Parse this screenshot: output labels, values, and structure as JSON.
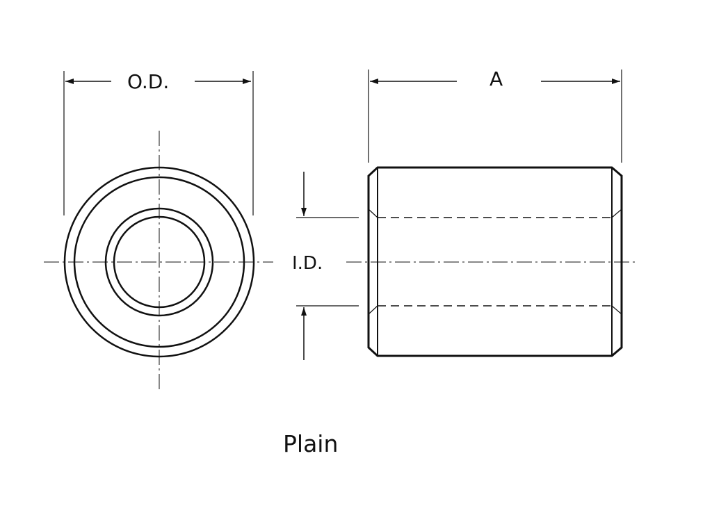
{
  "labels": {
    "outer_diameter": "O.D.",
    "length": "A",
    "inner_diameter": "I.D."
  },
  "caption": "Plain"
}
